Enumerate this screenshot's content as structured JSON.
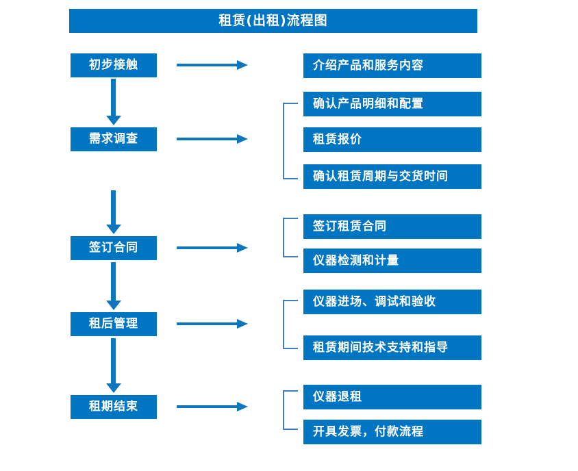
{
  "title": "租赁(出租)流程图",
  "colors": {
    "box_fill": "#0075C2",
    "box_text": "#FFFFFF",
    "arrow": "#0E76BC",
    "bracket": "#3D7EBE",
    "background": "#FFFFFF"
  },
  "stages": [
    {
      "id": "stage-1",
      "label": "初步接触"
    },
    {
      "id": "stage-2",
      "label": "需求调查"
    },
    {
      "id": "stage-3",
      "label": "签订合同"
    },
    {
      "id": "stage-4",
      "label": "租后管理"
    },
    {
      "id": "stage-5",
      "label": "租期结束"
    }
  ],
  "details": [
    {
      "id": "detail-1",
      "label": "介绍产品和服务内容"
    },
    {
      "id": "detail-2",
      "label": "确认产品明细和配置"
    },
    {
      "id": "detail-3",
      "label": "租赁报价"
    },
    {
      "id": "detail-4",
      "label": "确认租赁周期与交货时间"
    },
    {
      "id": "detail-5",
      "label": "签订租赁合同"
    },
    {
      "id": "detail-6",
      "label": "仪器检测和计量"
    },
    {
      "id": "detail-7",
      "label": "仪器进场、调试和验收"
    },
    {
      "id": "detail-8",
      "label": "租赁期间技术支持和指导"
    },
    {
      "id": "detail-9",
      "label": "仪器退租"
    },
    {
      "id": "detail-10",
      "label": "开具发票，付款流程"
    }
  ],
  "groups": [
    {
      "id": "group-1",
      "stage": "需求调查",
      "members": [
        "确认产品明细和配置",
        "租赁报价",
        "确认租赁周期与交货时间"
      ]
    },
    {
      "id": "group-2",
      "stage": "签订合同",
      "members": [
        "签订租赁合同",
        "仪器检测和计量"
      ]
    },
    {
      "id": "group-3",
      "stage": "租后管理",
      "members": [
        "仪器进场、调试和验收",
        "租赁期间技术支持和指导"
      ]
    },
    {
      "id": "group-4",
      "stage": "租期结束",
      "members": [
        "仪器退租",
        "开具发票，付款流程"
      ]
    }
  ]
}
